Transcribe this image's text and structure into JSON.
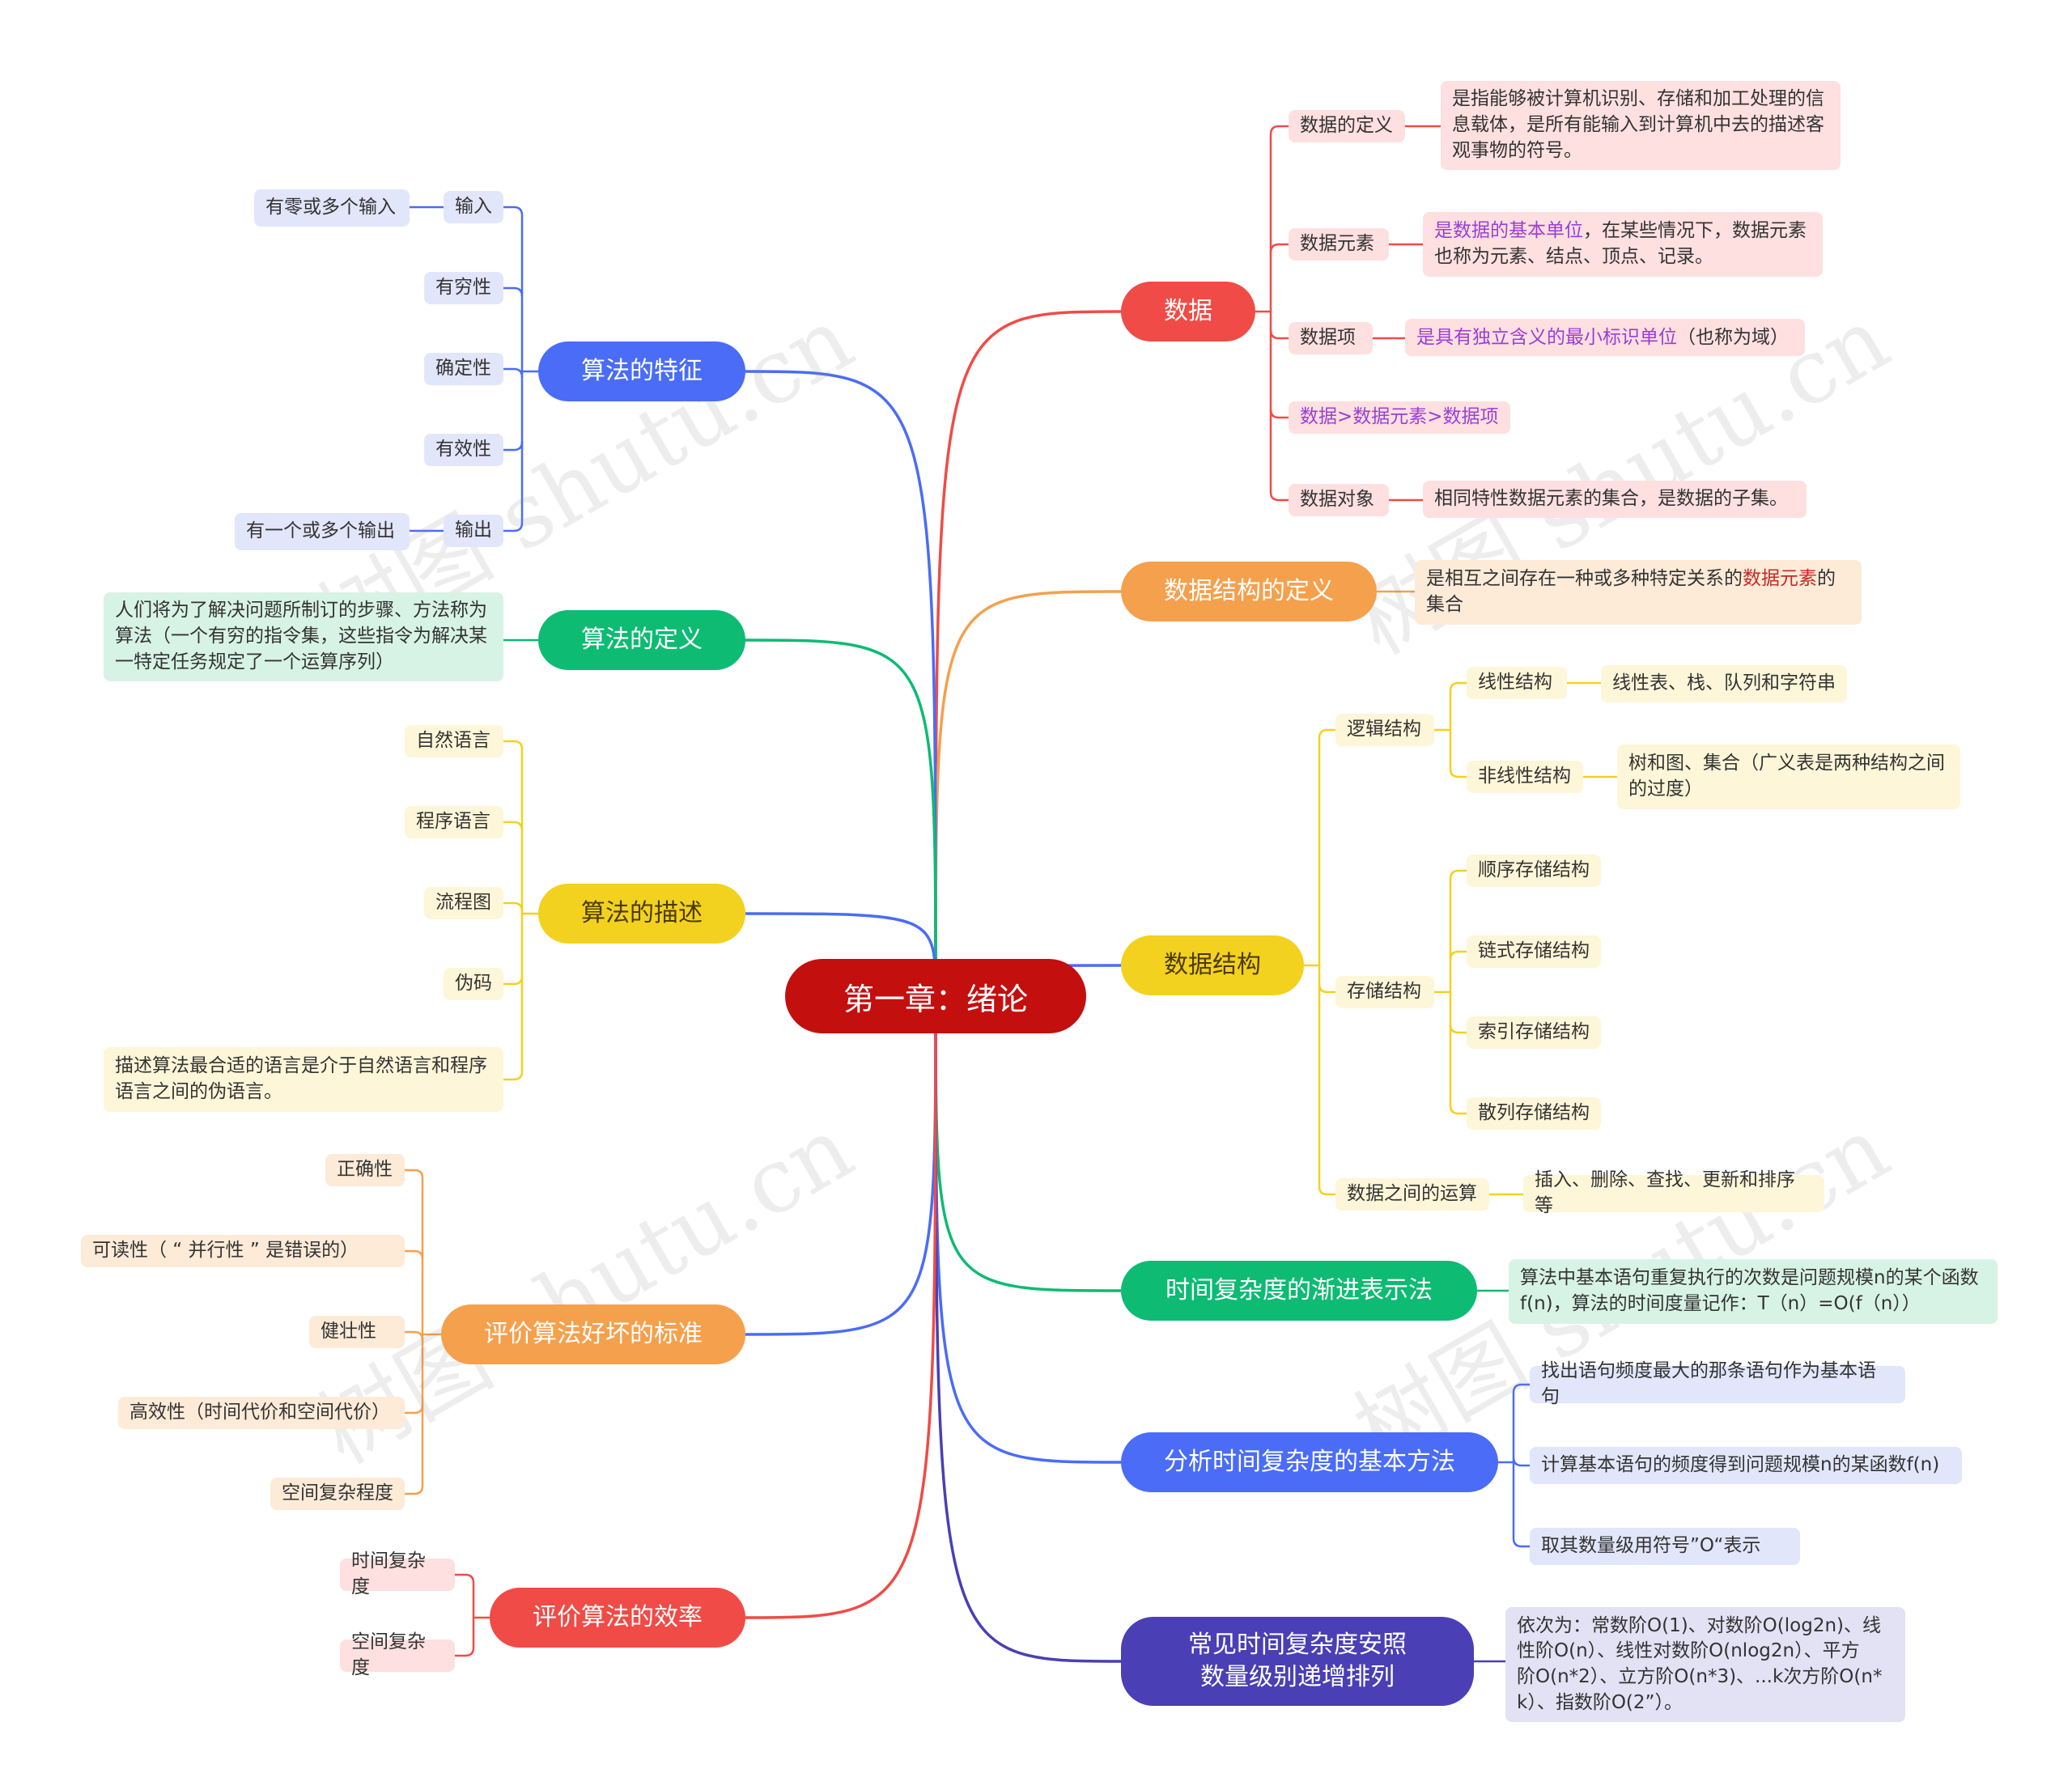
{
  "root": {
    "label": "第一章：绪论"
  },
  "branches": {
    "shuju": "数据",
    "shujujiegou_def": "数据结构的定义",
    "shujujiegou": "数据结构",
    "shijian_jianjin": "时间复杂度的渐进表示法",
    "fenxi_fangfa": "分析时间复杂度的基本方法",
    "changjian": "常见时间复杂度安照\n数量级别递增排列",
    "tezheng": "算法的特征",
    "dingyi": "算法的定义",
    "miaoshu": "算法的描述",
    "biaozhun": "评价算法好坏的标准",
    "xiaolv": "评价算法的效率"
  },
  "nodes": {
    "shuju_def": "数据的定义",
    "shuju_def_text": "是指能够被计算机识别、存储和加工处理的信\n息载体，是所有能输入到计算机中去的描述客\n观事物的符号。",
    "yuansu": "数据元素",
    "yuansu_a": "是数据的基本单位",
    "yuansu_b": "，在某些情况下，数据元素\n也称为元素、结点、顶点、记录。",
    "xiang": "数据项",
    "xiang_a": "是具有独立含义的最小标识单位",
    "xiang_b": "（也称为域）",
    "order": "数据>数据元素>数据项",
    "duixiang": "数据对象",
    "duixiang_text": "相同特性数据元素的集合，是数据的子集。",
    "def_a": "是相互之间存在一种或多种特定关系的",
    "def_b": "数据元素",
    "def_c": "的\n集合",
    "luoji": "逻辑结构",
    "xianxing": "线性结构",
    "xianxing_text": "线性表、栈、队列和字符串",
    "feixianxing": "非线性结构",
    "feixianxing_text": "树和图、集合（广义表是两种结构之间\n的过度）",
    "cunchu": "存储结构",
    "shunxu": "顺序存储结构",
    "lianshi": "链式存储结构",
    "suoyin": "索引存储结构",
    "sanlie": "散列存储结构",
    "yunsuan": "数据之间的运算",
    "yunsuan_text": "插入、删除、查找、更新和排序等",
    "jianjin_text": "算法中基本语句重复执行的次数是问题规模n的某个函数\nf(n)，算法的时间度量记作：T（n）=O(f（n））",
    "fangfa1": "找出语句频度最大的那条语句作为基本语句",
    "fangfa2": "计算基本语句的频度得到问题规模n的某函数f(n)",
    "fangfa3": "取其数量级用符号”O“表示",
    "changjian_text": "依次为：常数阶O(1)、对数阶O(log2n)、线\n性阶O(n）、线性对数阶O(nlog2n）、平方\n阶O(n*2）、立方阶O(n*3)、...k次方阶O(n*\nk）、指数阶O(2”）。",
    "shuru": "输入",
    "shuru_text": "有零或多个输入",
    "youqiong": "有穷性",
    "queding": "确定性",
    "youxiao": "有效性",
    "shuchu": "输出",
    "shuchu_text": "有一个或多个输出",
    "dingyi_text": "人们将为了解决问题所制订的步骤、方法称为\n算法（一个有穷的指令集，这些指令为解决某\n一特定任务规定了一个运算序列）",
    "ziran": "自然语言",
    "chengxu": "程序语言",
    "liucheng": "流程图",
    "weima": "伪码",
    "miaoshu_text": "描述算法最合适的语言是介于自然语言和程序\n语言之间的伪语言。",
    "zhengque": "正确性",
    "kedu": "可读性（ “ 并行性 ” 是错误的）",
    "jianzhuang": "健壮性",
    "gaoxiao": "高效性（时间代价和空间代价）",
    "kongjian_cd": "空间复杂程度",
    "shijian_fzd": "时间复杂度",
    "kongjian_fzd": "空间复杂度"
  },
  "watermark": "树图 shutu.cn",
  "colors": {
    "red": "#f04b47",
    "orange": "#f5a04d",
    "yellow": "#f3d11f",
    "green": "#0dbb73",
    "blue": "#4a6cf7",
    "indigo": "#4a3fb4",
    "root": "#c40f0f"
  }
}
